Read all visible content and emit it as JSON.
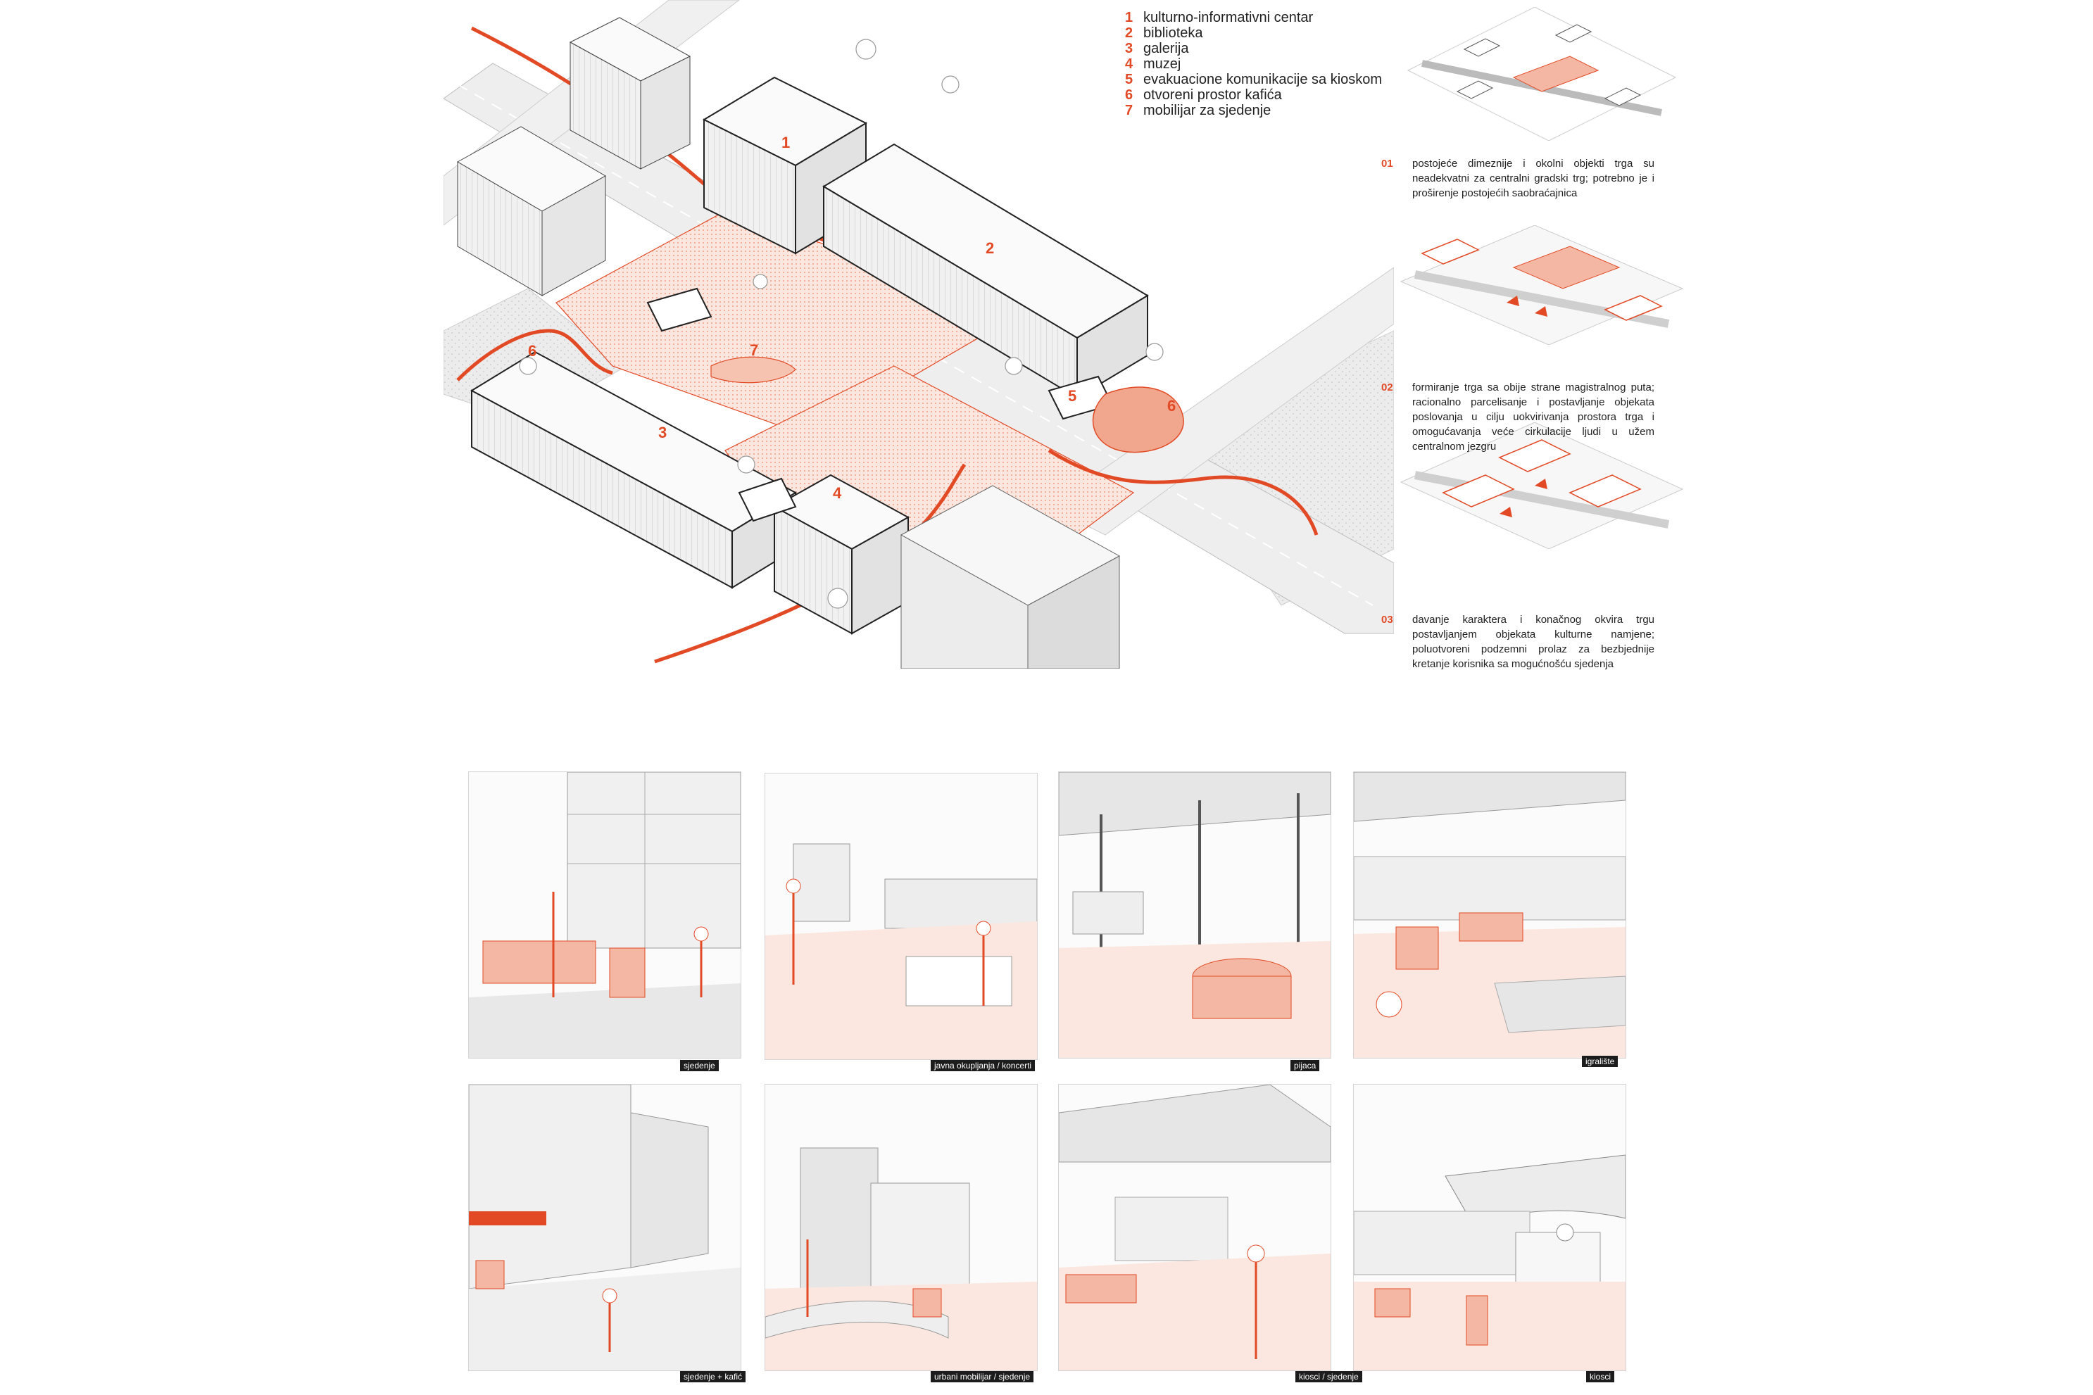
{
  "legend": [
    {
      "num": "1",
      "label": "kulturno-informativni centar"
    },
    {
      "num": "2",
      "label": "biblioteka"
    },
    {
      "num": "3",
      "label": "galerija"
    },
    {
      "num": "4",
      "label": "muzej"
    },
    {
      "num": "5",
      "label": "evakuacione komunikacije sa kioskom"
    },
    {
      "num": "6",
      "label": "otvoreni prostor kafića"
    },
    {
      "num": "7",
      "label": "mobilijar za sjedenje"
    }
  ],
  "map_labels": {
    "b1": "1",
    "b2": "2",
    "b3": "3",
    "b4": "4",
    "z5": "5",
    "z6a": "6",
    "z6b": "6",
    "z7": "7"
  },
  "steps": [
    {
      "num": "01",
      "text": "postojeće dimeznije i okolni objekti trga su neadekvatni za centralni gradski trg; potrebno je i proširenje postojećih saobraćajnica"
    },
    {
      "num": "02",
      "text": "formiranje trga sa obije strane magistralnog puta; racionalno parcelisanje i postavljanje objekata poslovanja u cilju uokvirivanja prostora trga i omogućavanja veće cirkulacije ljudi u užem centralnom jezgru"
    },
    {
      "num": "03",
      "text": "davanje karaktera i konačnog okvira trgu postavljanjem objekata kulturne namjene; poluotvoreni podzemni prolaz za bezbjednije kretanje korisnika sa mogućnošću sjedenja"
    }
  ],
  "vignettes": [
    {
      "tag": "sjedenje"
    },
    {
      "tag": "javna okupljanja / koncerti"
    },
    {
      "tag": "pijaca"
    },
    {
      "tag": "igralište"
    },
    {
      "tag": "sjedenje + kafić"
    },
    {
      "tag": "urbani mobilijar / sjedenje"
    },
    {
      "tag": "kiosci / sjedenje"
    },
    {
      "tag": "kiosci"
    }
  ],
  "colors": {
    "accent": "#e24a26",
    "accent_fill": "#f3b7a3",
    "ink": "#333333",
    "light": "#e6e6e6"
  }
}
